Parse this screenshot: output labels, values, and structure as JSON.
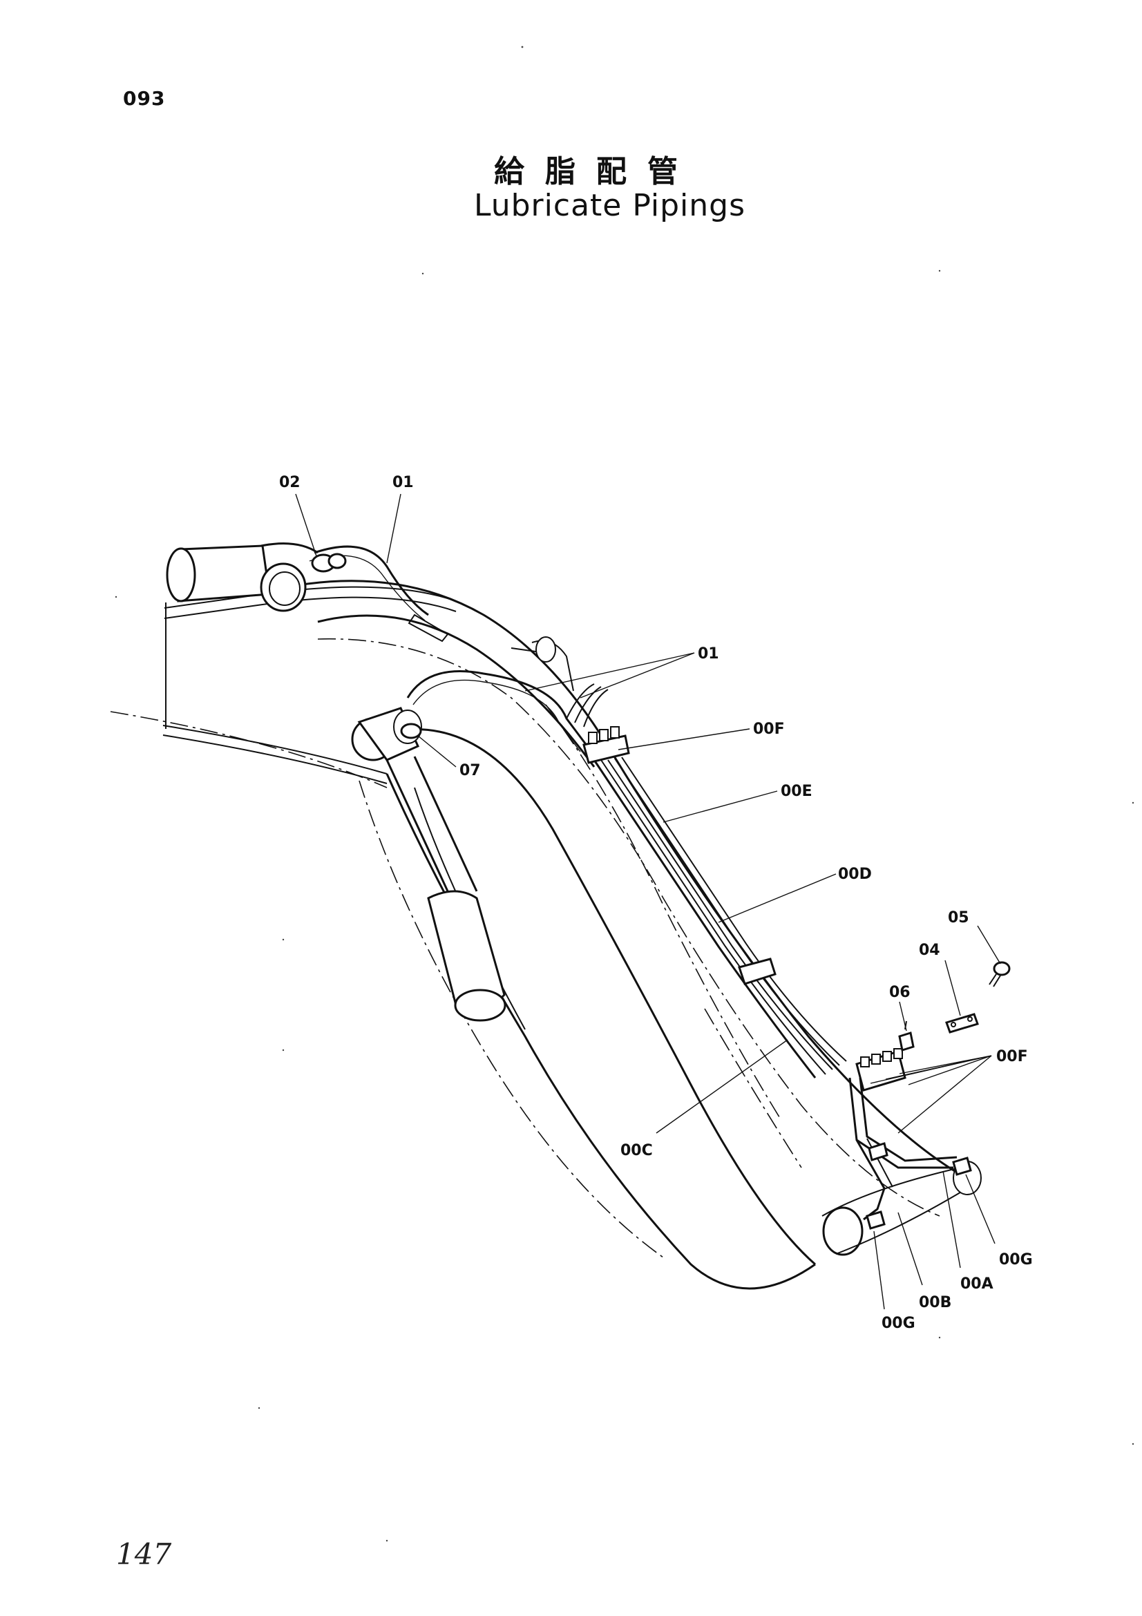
{
  "page_number": "093",
  "title_jp": "給脂配管",
  "title_en": "Lubricate Pipings",
  "handwritten_note": "147",
  "callouts": {
    "c02": "02",
    "c01_top": "01",
    "c01_mid": "01",
    "c00F_upper": "00F",
    "c07": "07",
    "c00E": "00E",
    "c00D": "00D",
    "c05": "05",
    "c04": "04",
    "c06": "06",
    "c00F_lower": "00F",
    "c00C": "00C",
    "c00G_right": "00G",
    "c00A": "00A",
    "c00B": "00B",
    "c00G_left": "00G"
  }
}
